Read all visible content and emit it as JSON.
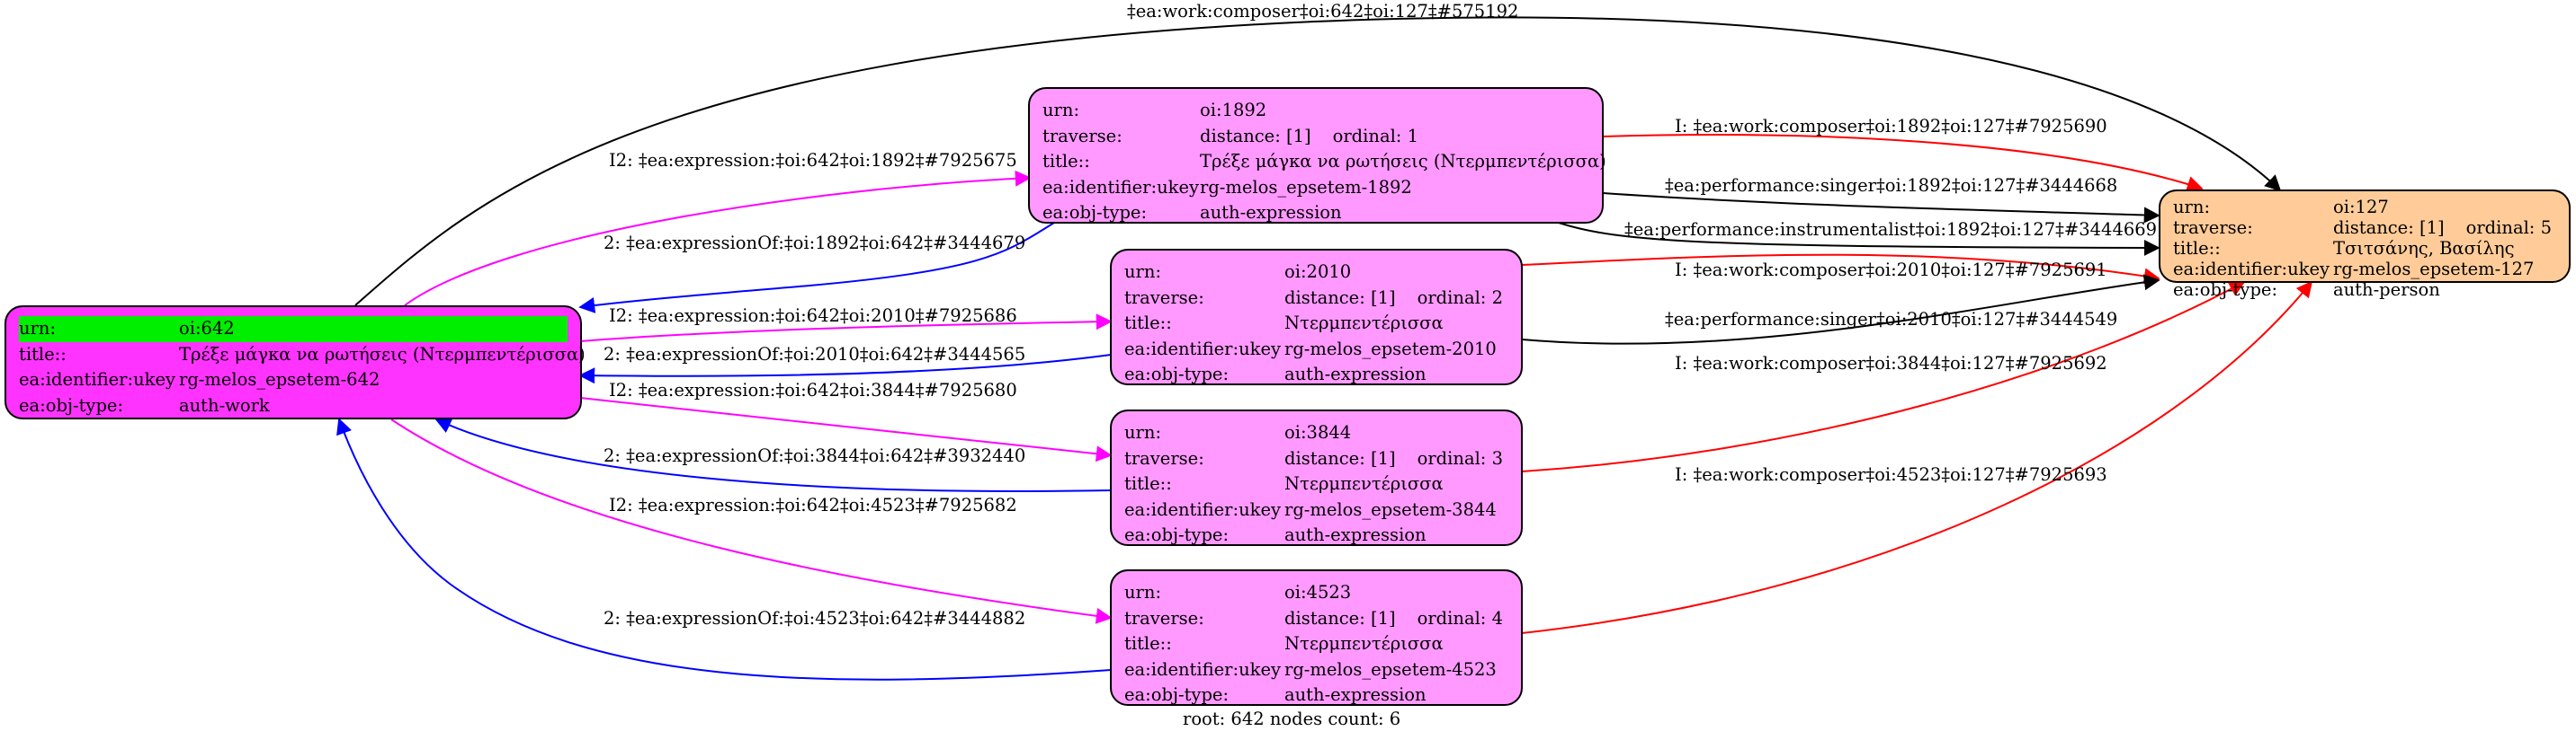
{
  "colors": {
    "root_fill": "#ff33ff",
    "expression_fill": "#ff99ff",
    "person_fill": "#ffcc99",
    "highlight": "#00ee00",
    "edge_expression": "#ff00ff",
    "edge_expression_of": "#0000ff",
    "edge_composer": "#ff0000",
    "edge_other": "#000000"
  },
  "nodes": {
    "root": {
      "urn_key": "urn:",
      "urn": "oi:642",
      "title_key": "title::",
      "title": "Τρέξε μάγκα να ρωτήσεις (Ντερμπεντέρισσα)",
      "ukey_key": "ea:identifier:ukey",
      "ukey": "rg-melos_epsetem-642",
      "type_key": "ea:obj-type:",
      "type": "auth-work"
    },
    "e1892": {
      "urn_key": "urn:",
      "urn": "oi:1892",
      "traverse_key": "traverse:",
      "distance": "distance: [1]",
      "ordinal": "ordinal: 1",
      "title_key": "title::",
      "title": "Τρέξε μάγκα να ρωτήσεις (Ντερμπεντέρισσα)",
      "ukey_key": "ea:identifier:ukey",
      "ukey": "rg-melos_epsetem-1892",
      "type_key": "ea:obj-type:",
      "type": "auth-expression"
    },
    "e2010": {
      "urn_key": "urn:",
      "urn": "oi:2010",
      "traverse_key": "traverse:",
      "distance": "distance: [1]",
      "ordinal": "ordinal: 2",
      "title_key": "title::",
      "title": "Ντερμπεντέρισσα",
      "ukey_key": "ea:identifier:ukey",
      "ukey": "rg-melos_epsetem-2010",
      "type_key": "ea:obj-type:",
      "type": "auth-expression"
    },
    "e3844": {
      "urn_key": "urn:",
      "urn": "oi:3844",
      "traverse_key": "traverse:",
      "distance": "distance: [1]",
      "ordinal": "ordinal: 3",
      "title_key": "title::",
      "title": "Ντερμπεντέρισσα",
      "ukey_key": "ea:identifier:ukey",
      "ukey": "rg-melos_epsetem-3844",
      "type_key": "ea:obj-type:",
      "type": "auth-expression"
    },
    "e4523": {
      "urn_key": "urn:",
      "urn": "oi:4523",
      "traverse_key": "traverse:",
      "distance": "distance: [1]",
      "ordinal": "ordinal: 4",
      "title_key": "title::",
      "title": "Ντερμπεντέρισσα",
      "ukey_key": "ea:identifier:ukey",
      "ukey": "rg-melos_epsetem-4523",
      "type_key": "ea:obj-type:",
      "type": "auth-expression"
    },
    "person": {
      "urn_key": "urn:",
      "urn": "oi:127",
      "traverse_key": "traverse:",
      "distance": "distance: [1]",
      "ordinal": "ordinal: 5",
      "title_key": "title::",
      "title": "Τσιτσάνης, Βασίλης",
      "ukey_key": "ea:identifier:ukey",
      "ukey": "rg-melos_epsetem-127",
      "type_key": "ea:obj-type:",
      "type": "auth-person"
    }
  },
  "edges": {
    "top_composer": "‡ea:work:composer‡oi:642‡oi:127‡#575192",
    "i2_1892": "I2: ‡ea:expression:‡oi:642‡oi:1892‡#7925675",
    "r2_1892": "2: ‡ea:expressionOf:‡oi:1892‡oi:642‡#3444679",
    "i2_2010": "I2: ‡ea:expression:‡oi:642‡oi:2010‡#7925686",
    "r2_2010": "2: ‡ea:expressionOf:‡oi:2010‡oi:642‡#3444565",
    "i2_3844": "I2: ‡ea:expression:‡oi:642‡oi:3844‡#7925680",
    "r2_3844": "2: ‡ea:expressionOf:‡oi:3844‡oi:642‡#3932440",
    "i2_4523": "I2: ‡ea:expression:‡oi:642‡oi:4523‡#7925682",
    "r2_4523": "2: ‡ea:expressionOf:‡oi:4523‡oi:642‡#3444882",
    "c_1892": "I: ‡ea:work:composer‡oi:1892‡oi:127‡#7925690",
    "singer_1892": "‡ea:performance:singer‡oi:1892‡oi:127‡#3444668",
    "instr_1892": "‡ea:performance:instrumentalist‡oi:1892‡oi:127‡#3444669",
    "c_2010": "I: ‡ea:work:composer‡oi:2010‡oi:127‡#7925691",
    "singer_2010": "‡ea:performance:singer‡oi:2010‡oi:127‡#3444549",
    "c_3844": "I: ‡ea:work:composer‡oi:3844‡oi:127‡#7925692",
    "c_4523": "I: ‡ea:work:composer‡oi:4523‡oi:127‡#7925693"
  },
  "footer": "root: 642 nodes count: 6"
}
